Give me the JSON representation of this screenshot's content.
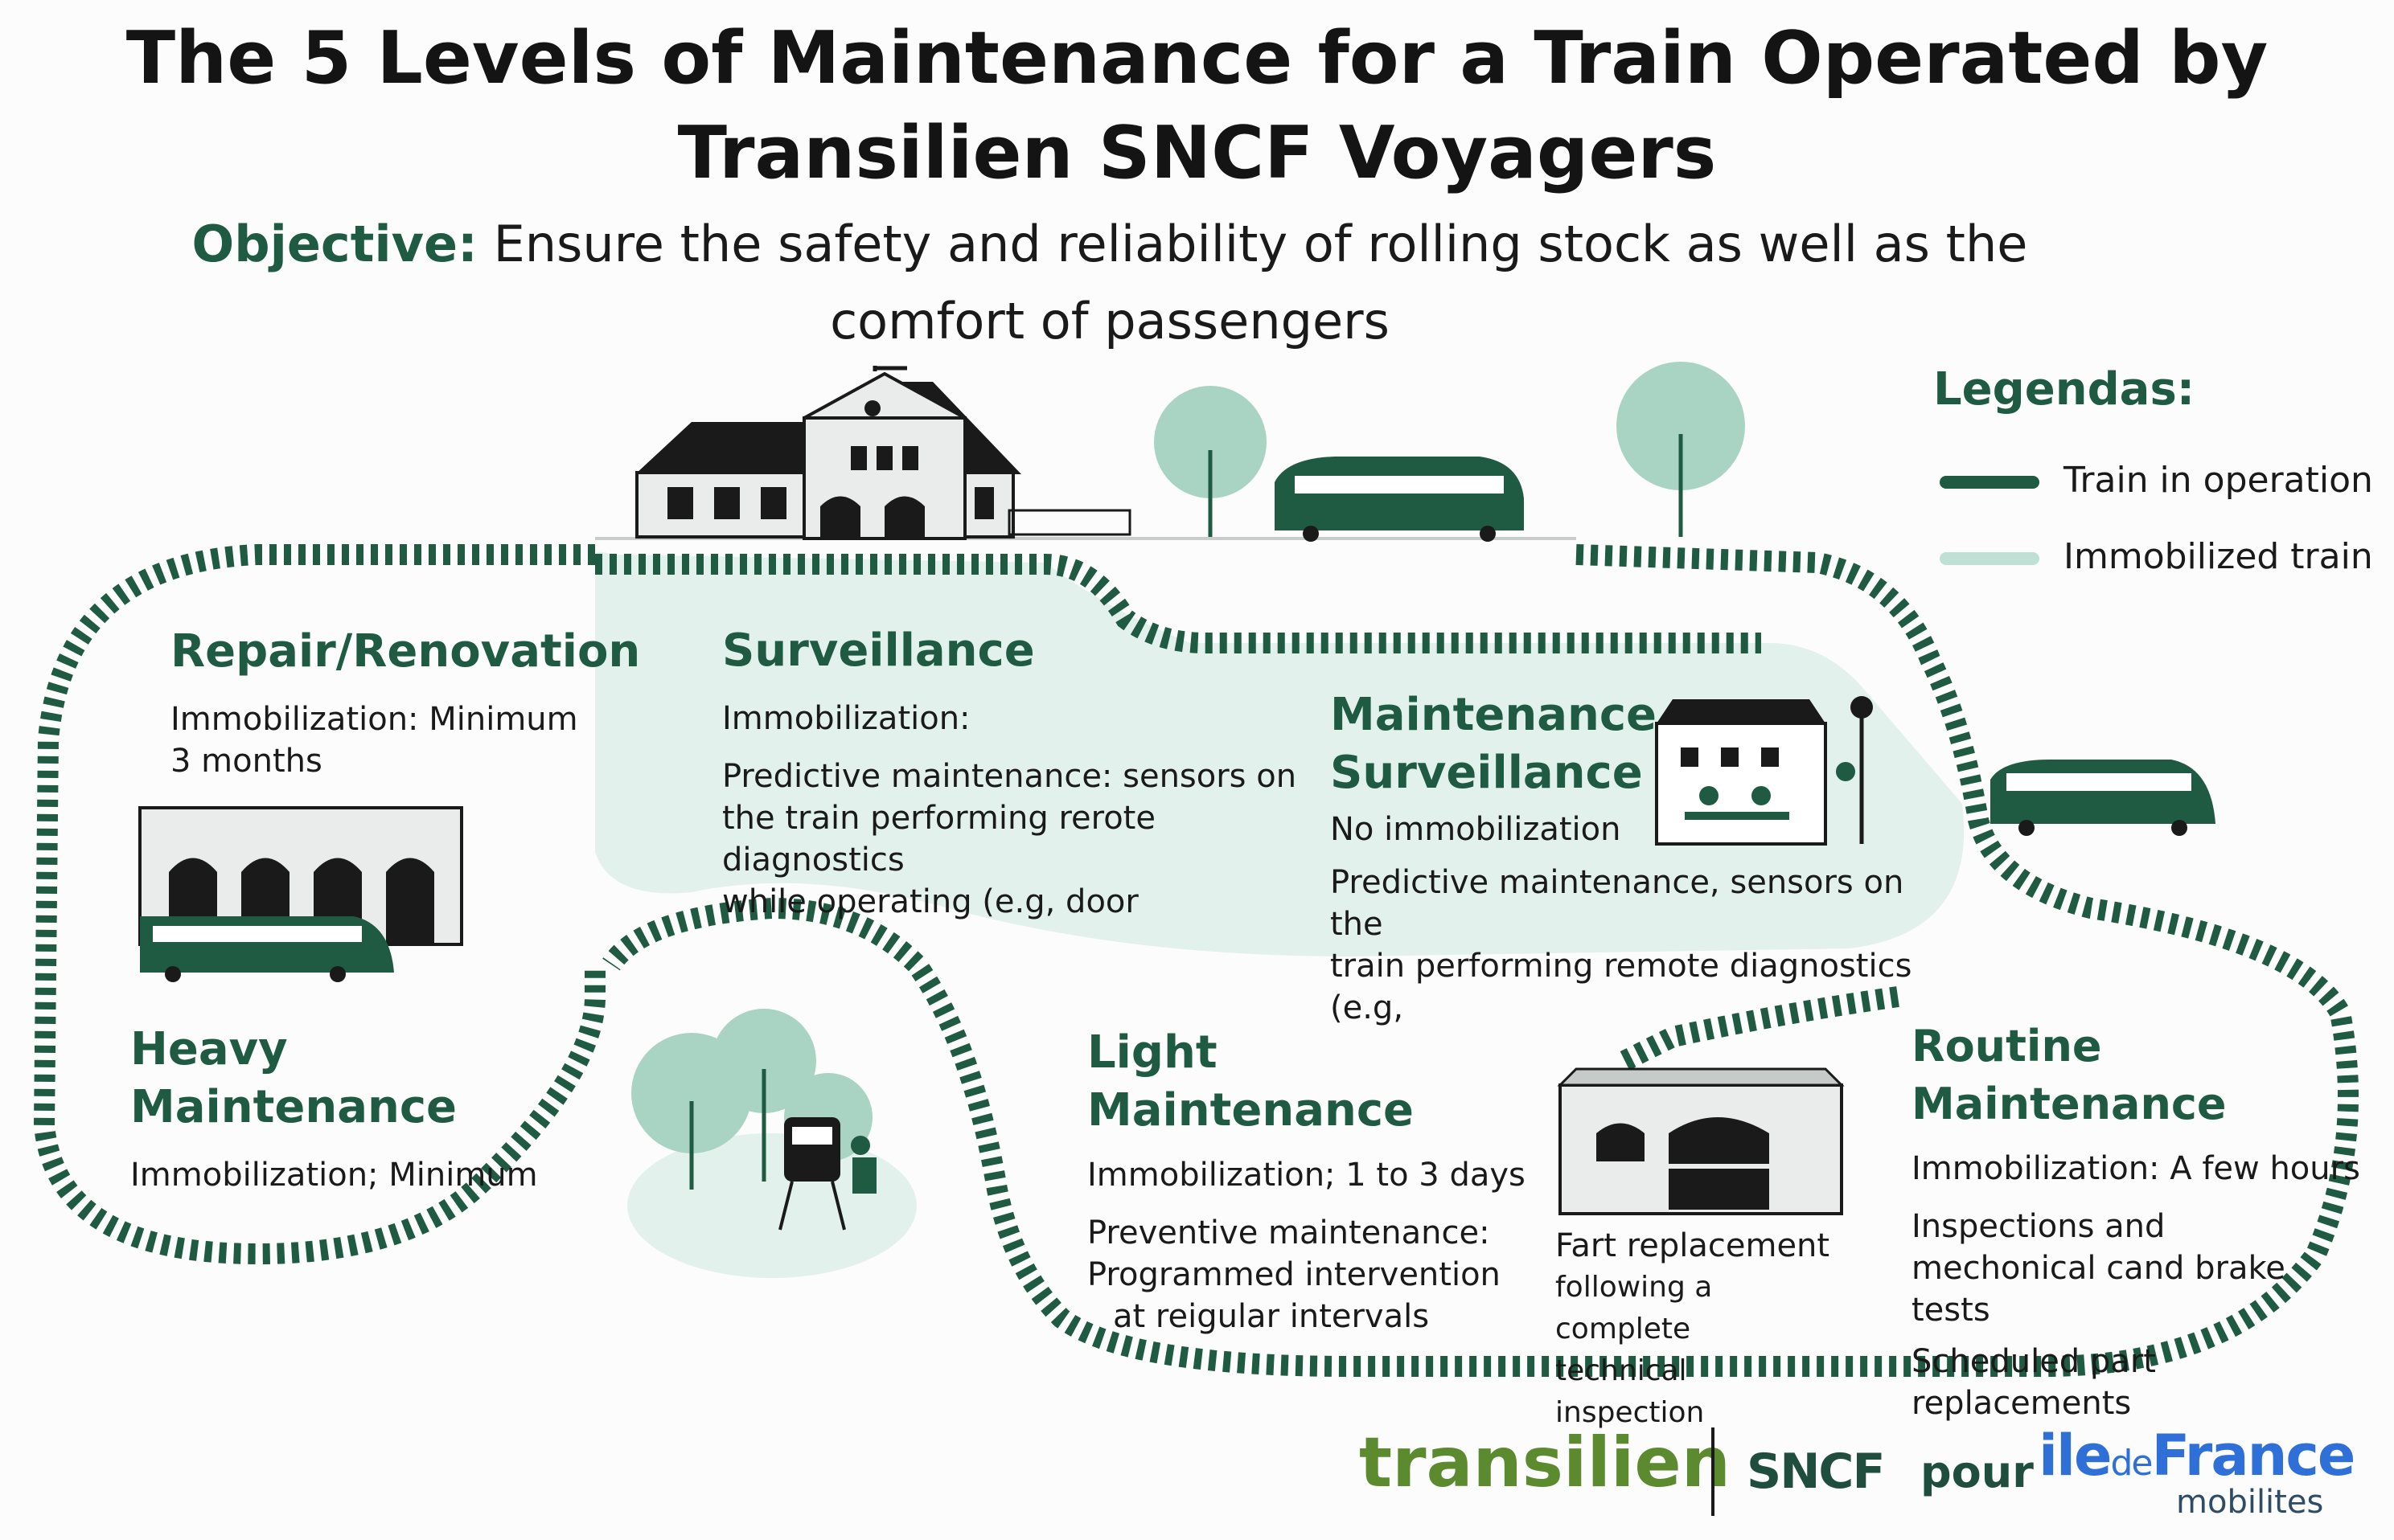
{
  "title": "The 5 Levels of Maintenance for a Train Operated by Transilien SNCF Voyagers",
  "objective": {
    "label": "Objective:",
    "text": "Ensure the safety and reliability of rolling stock as well as the comfort of passengers"
  },
  "legend": {
    "title": "Legendas:",
    "items": [
      {
        "label": "Train in operation",
        "color": "#1f5a43"
      },
      {
        "label": "Immobilized train",
        "color": "#bfe0d4"
      }
    ]
  },
  "levels": [
    {
      "key": "repair",
      "heading": "Repair/Renovation",
      "lines": [
        "Immobilization: Minimum",
        "3 months"
      ]
    },
    {
      "key": "surveillance",
      "heading": "Surveillance",
      "lines": [
        "Immobilization:",
        "Predictive maintenance: sensors on",
        "the train performing rerote diagnostics",
        "while operating (e.g, door"
      ]
    },
    {
      "key": "maint-surv",
      "heading_lines": [
        "Maintenance",
        "Surveillance"
      ],
      "lines": [
        "No immobilization",
        "Predictive maintenance, sensors on the",
        "train performing remote diagnostics (e.g,"
      ]
    },
    {
      "key": "heavy",
      "heading": "Heavy Maintenance",
      "lines": [
        "Immobilization; Minimum"
      ]
    },
    {
      "key": "light",
      "heading": "Light Maintenance",
      "lines": [
        "Immobilization; 1 to 3 days",
        "Preventive maintenance:",
        "Programmed intervention",
        "at reigular intervals"
      ]
    },
    {
      "key": "fart",
      "lines": [
        "Fart replacement",
        "following a complete",
        "technical inspection"
      ]
    },
    {
      "key": "routine",
      "heading": "Routine Maintenance",
      "lines": [
        "Immobilization: A few hours",
        "Inspections and",
        "mechonical cand brake tests",
        "Scheduled part",
        "replacements"
      ]
    }
  ],
  "footer": {
    "transilien": "transilien",
    "sncf": "SNCF",
    "pour": "pour",
    "idf_ile": "ile",
    "idf_de": "de",
    "idf_france": "France",
    "mobilites": "mobilites"
  },
  "colors": {
    "track": "#1f5a43",
    "zone": "#e2f1ec",
    "tree": "#a9d4c4",
    "building": "#e9eceb"
  }
}
